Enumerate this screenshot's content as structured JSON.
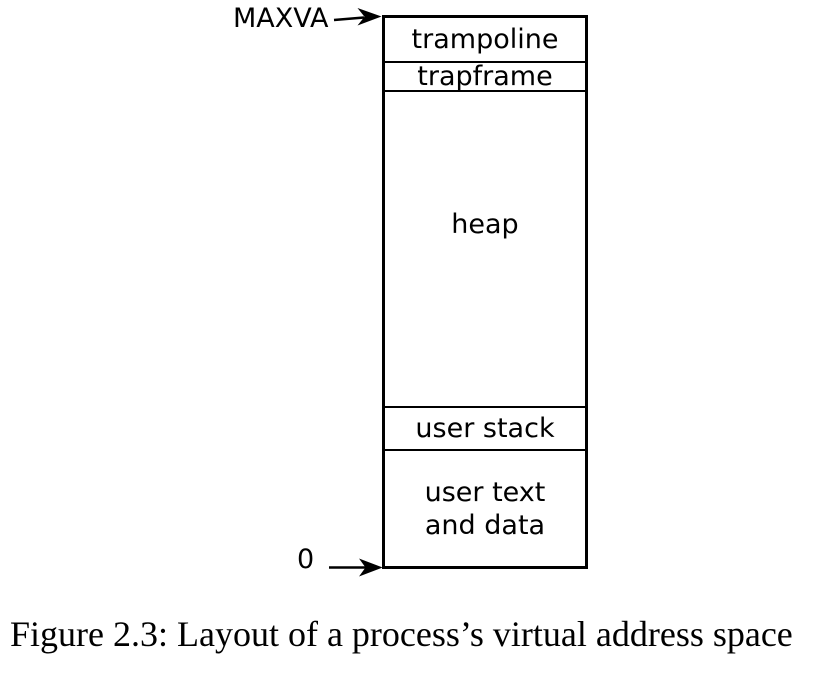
{
  "figure": {
    "top_label": "MAXVA",
    "bottom_label": "0",
    "sections": [
      {
        "name": "trampoline",
        "lines": [
          "trampoline"
        ]
      },
      {
        "name": "trapframe",
        "lines": [
          "trapframe"
        ]
      },
      {
        "name": "heap",
        "lines": [
          "heap"
        ]
      },
      {
        "name": "user-stack",
        "lines": [
          "user stack"
        ]
      },
      {
        "name": "user-text-and-data",
        "lines": [
          "user text",
          "and data"
        ]
      }
    ],
    "caption": "Figure 2.3: Layout of a process’s virtual address space",
    "colors": {
      "line": "#000000",
      "text": "#000000",
      "background": "#ffffff"
    }
  }
}
